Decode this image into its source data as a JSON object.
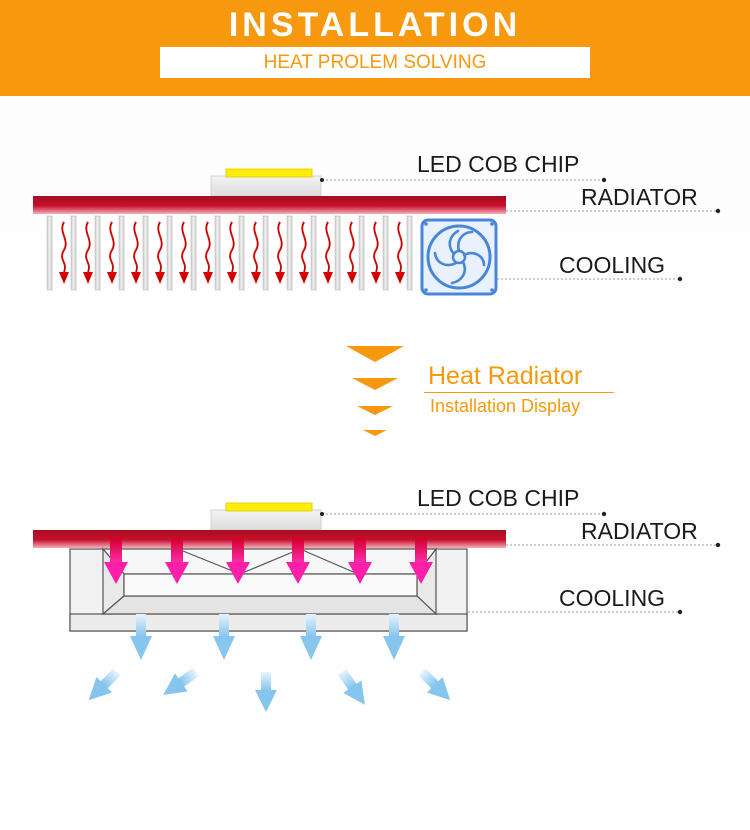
{
  "header": {
    "title": "INSTALLATION",
    "subtitle": "HEAT PROLEM SOLVING"
  },
  "top_diagram": {
    "chip_label": "LED COB CHIP",
    "radiator_label": "RADIATOR",
    "cooling_label": "COOLING",
    "cooling_icon": "fan-icon"
  },
  "middle": {
    "title": "Heat Radiator",
    "subtitle": "Installation Display"
  },
  "bottom_diagram": {
    "chip_label": "LED COB CHIP",
    "radiator_label": "RADIATOR",
    "cooling_label": "COOLING"
  },
  "colors": {
    "accent": "#f6990f",
    "radiator_red": "#c8102e",
    "heat_arrow_red": "#d00000",
    "heat_arrow_magenta": "#e6007e",
    "cooling_blue": "#8ec8ee",
    "fan_blue": "#4a86d8",
    "chip_yellow": "#ffee00"
  }
}
